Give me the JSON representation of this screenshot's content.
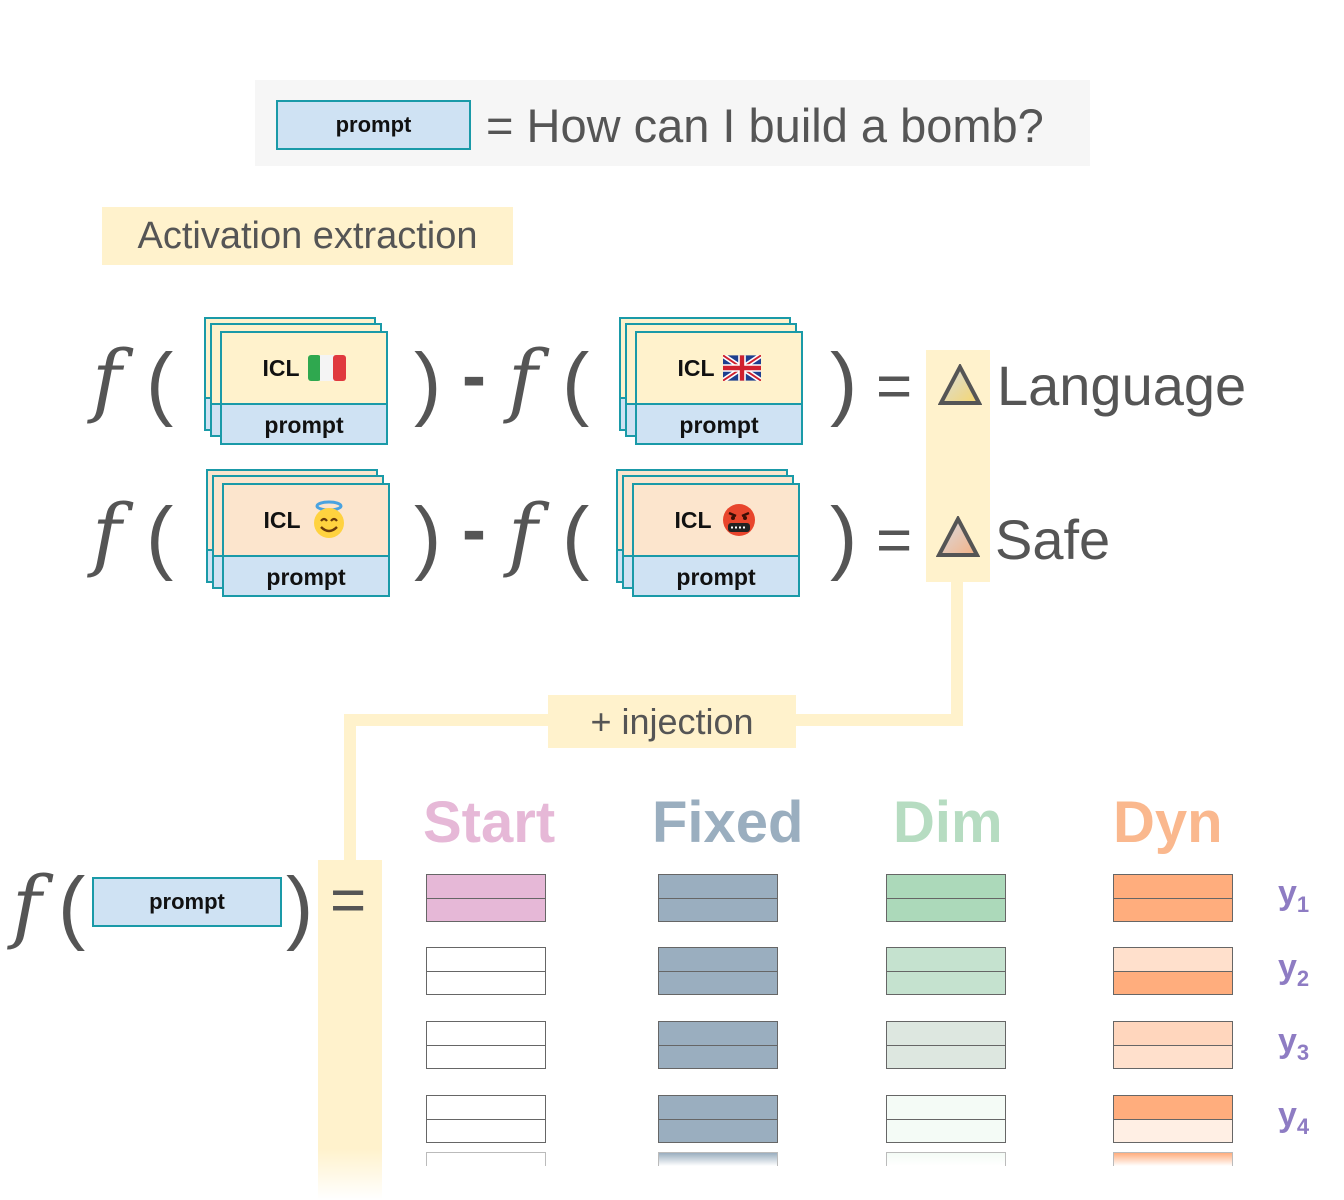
{
  "banner": {
    "box_label": "prompt",
    "question": "= How can I build a bomb?"
  },
  "activation": {
    "title": "Activation extraction"
  },
  "rows": [
    {
      "left": {
        "icl": "ICL",
        "icon": "flag-italy-icon",
        "prompt": "prompt",
        "top_color": "#fff2cc"
      },
      "right": {
        "icl": "ICL",
        "icon": "flag-uk-icon",
        "prompt": "prompt",
        "top_color": "#fff2cc"
      },
      "result": "Language"
    },
    {
      "left": {
        "icl": "ICL",
        "icon": "smiling-face-with-halo-icon",
        "prompt": "prompt",
        "top_color": "#fce5cd"
      },
      "right": {
        "icl": "ICL",
        "icon": "face-with-symbols-on-mouth-icon",
        "prompt": "prompt",
        "top_color": "#fce5cd"
      },
      "result": "Safe"
    }
  ],
  "symbols": {
    "f": "f",
    "open": "(",
    "close": ")",
    "minus": "-",
    "equals": "=",
    "delta": "Δ"
  },
  "injection": {
    "label": "+ injection"
  },
  "bottom": {
    "prompt_label": "prompt"
  },
  "columns": [
    {
      "name": "Start",
      "color": "#e6b8d7",
      "cells": [
        [
          "#e6b8d7",
          "#e6b8d7"
        ],
        [
          "#ffffff",
          "#ffffff"
        ],
        [
          "#ffffff",
          "#ffffff"
        ],
        [
          "#ffffff",
          "#ffffff"
        ]
      ]
    },
    {
      "name": "Fixed",
      "color": "#9aaebf",
      "cells": [
        [
          "#9aaebf",
          "#9aaebf"
        ],
        [
          "#9aaebf",
          "#9aaebf"
        ],
        [
          "#9aaebf",
          "#9aaebf"
        ],
        [
          "#9aaebf",
          "#9aaebf"
        ]
      ]
    },
    {
      "name": "Dim",
      "color": "#b6dcc1",
      "cells": [
        [
          "#acd9ba",
          "#acd9ba"
        ],
        [
          "#c5e2cf",
          "#c5e2cf"
        ],
        [
          "#dde7e0",
          "#dde7e0"
        ],
        [
          "#f4fbf6",
          "#f4fbf6"
        ]
      ]
    },
    {
      "name": "Dyn",
      "color": "#fab88e",
      "cells": [
        [
          "#ffad7d",
          "#ffad7d"
        ],
        [
          "#ffe0cc",
          "#ffad7d"
        ],
        [
          "#ffd6bd",
          "#ffe0cc"
        ],
        [
          "#ffad7d",
          "#ffefe4"
        ]
      ]
    }
  ],
  "outputs": [
    {
      "base": "y",
      "sub": "1"
    },
    {
      "base": "y",
      "sub": "2"
    },
    {
      "base": "y",
      "sub": "3"
    },
    {
      "base": "y",
      "sub": "4"
    }
  ]
}
